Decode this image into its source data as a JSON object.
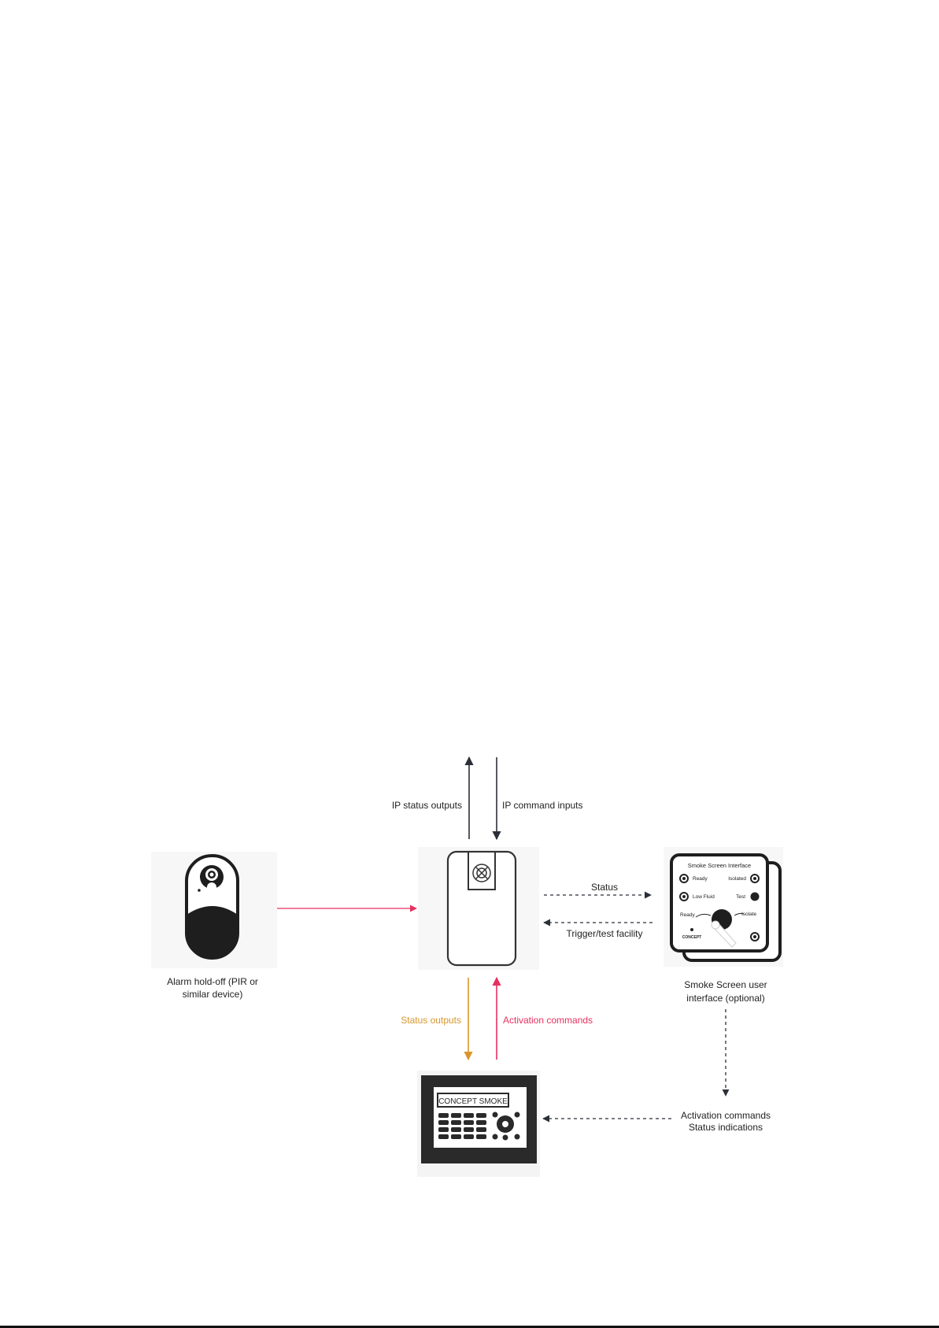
{
  "labels": {
    "ip_status_outputs": "IP status outputs",
    "ip_command_inputs": "IP command inputs",
    "status": "Status",
    "trigger_test_facility": "Trigger/test facility",
    "alarm_holdoff_line1": "Alarm hold-off (PIR or",
    "alarm_holdoff_line2": "similar device)",
    "ui_caption_line1": "Smoke Screen user",
    "ui_caption_line2": "interface (optional)",
    "status_outputs": "Status outputs",
    "activation_commands": "Activation commands",
    "keypad_activation_commands": "Activation commands",
    "keypad_status_indications": "Status indications"
  },
  "ui_panel": {
    "title": "Smoke Screen Interface",
    "ready": "Ready",
    "isolated": "Isolated",
    "low_fluid": "Low Fluid",
    "test": "Test",
    "switch_ready": "Ready",
    "switch_isolate": "Isolate",
    "logo": "CONCEPT"
  },
  "keypad": {
    "brand": "CONCEPT SMOKE"
  },
  "colors": {
    "dark": "#2b2f38",
    "pink": "#e8305f",
    "amber": "#d9962a",
    "black": "#1e1e1e"
  },
  "icons": {
    "pir": "pir-sensor-icon",
    "generator": "smoke-generator-icon",
    "ui_panel": "smoke-screen-interface-icon",
    "keypad": "keypad-icon"
  }
}
